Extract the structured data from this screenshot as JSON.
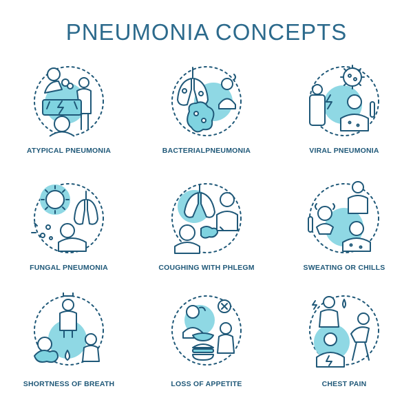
{
  "title": "PNEUMONIA CONCEPTS",
  "icons": [
    {
      "label": "ATYPICAL PNEUMONIA",
      "icon": "atypical-pneumonia-icon"
    },
    {
      "label": "BACTERIALPNEUMONIA",
      "icon": "bacterial-pneumonia-icon"
    },
    {
      "label": "VIRAL PNEUMONIA",
      "icon": "viral-pneumonia-icon"
    },
    {
      "label": "FUNGAL PNEUMONIA",
      "icon": "fungal-pneumonia-icon"
    },
    {
      "label": "COUGHING WITH PHLEGM",
      "icon": "coughing-with-phlegm-icon"
    },
    {
      "label": "SWEATING OR CHILLS",
      "icon": "sweating-or-chills-icon"
    },
    {
      "label": "SHORTNESS OF BREATH",
      "icon": "shortness-of-breath-icon"
    },
    {
      "label": "LOSS OF APPETITE",
      "icon": "loss-of-appetite-icon"
    },
    {
      "label": "CHEST PAIN",
      "icon": "chest-pain-icon"
    }
  ],
  "colors": {
    "accent": "#8fd8e4",
    "line": "#1f5878",
    "title": "#2c6a8c"
  }
}
